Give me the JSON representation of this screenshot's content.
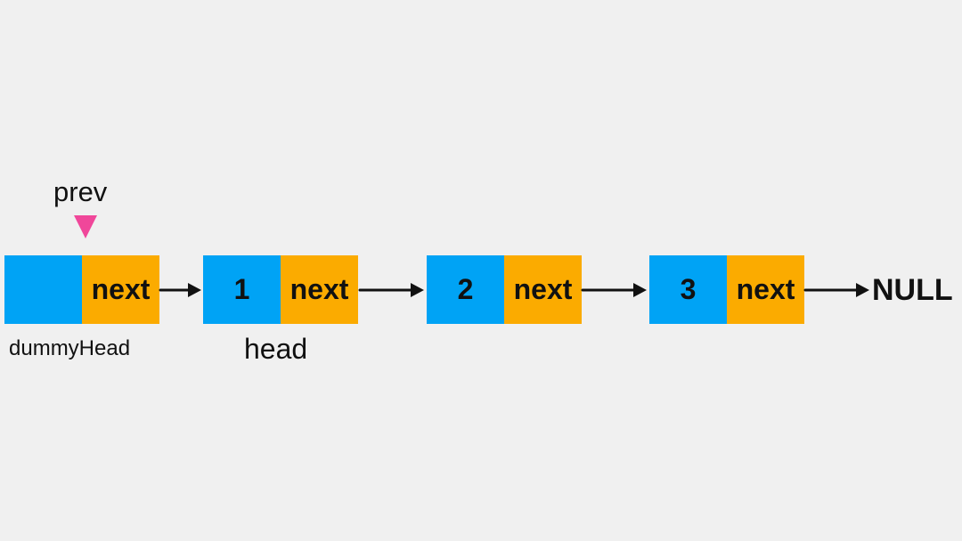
{
  "colors": {
    "background": "#f0f0f0",
    "value_cell": "#00a3f5",
    "next_cell": "#fbab00",
    "pointer_marker": "#f0479a",
    "arrow": "#111111"
  },
  "pointer": {
    "label": "prev",
    "marker_icon": "pink-down-triangle"
  },
  "nodes": [
    {
      "value": "",
      "next_label": "next",
      "caption": "dummyHead"
    },
    {
      "value": "1",
      "next_label": "next",
      "caption": "head"
    },
    {
      "value": "2",
      "next_label": "next",
      "caption": ""
    },
    {
      "value": "3",
      "next_label": "next",
      "caption": ""
    }
  ],
  "terminal": "NULL"
}
